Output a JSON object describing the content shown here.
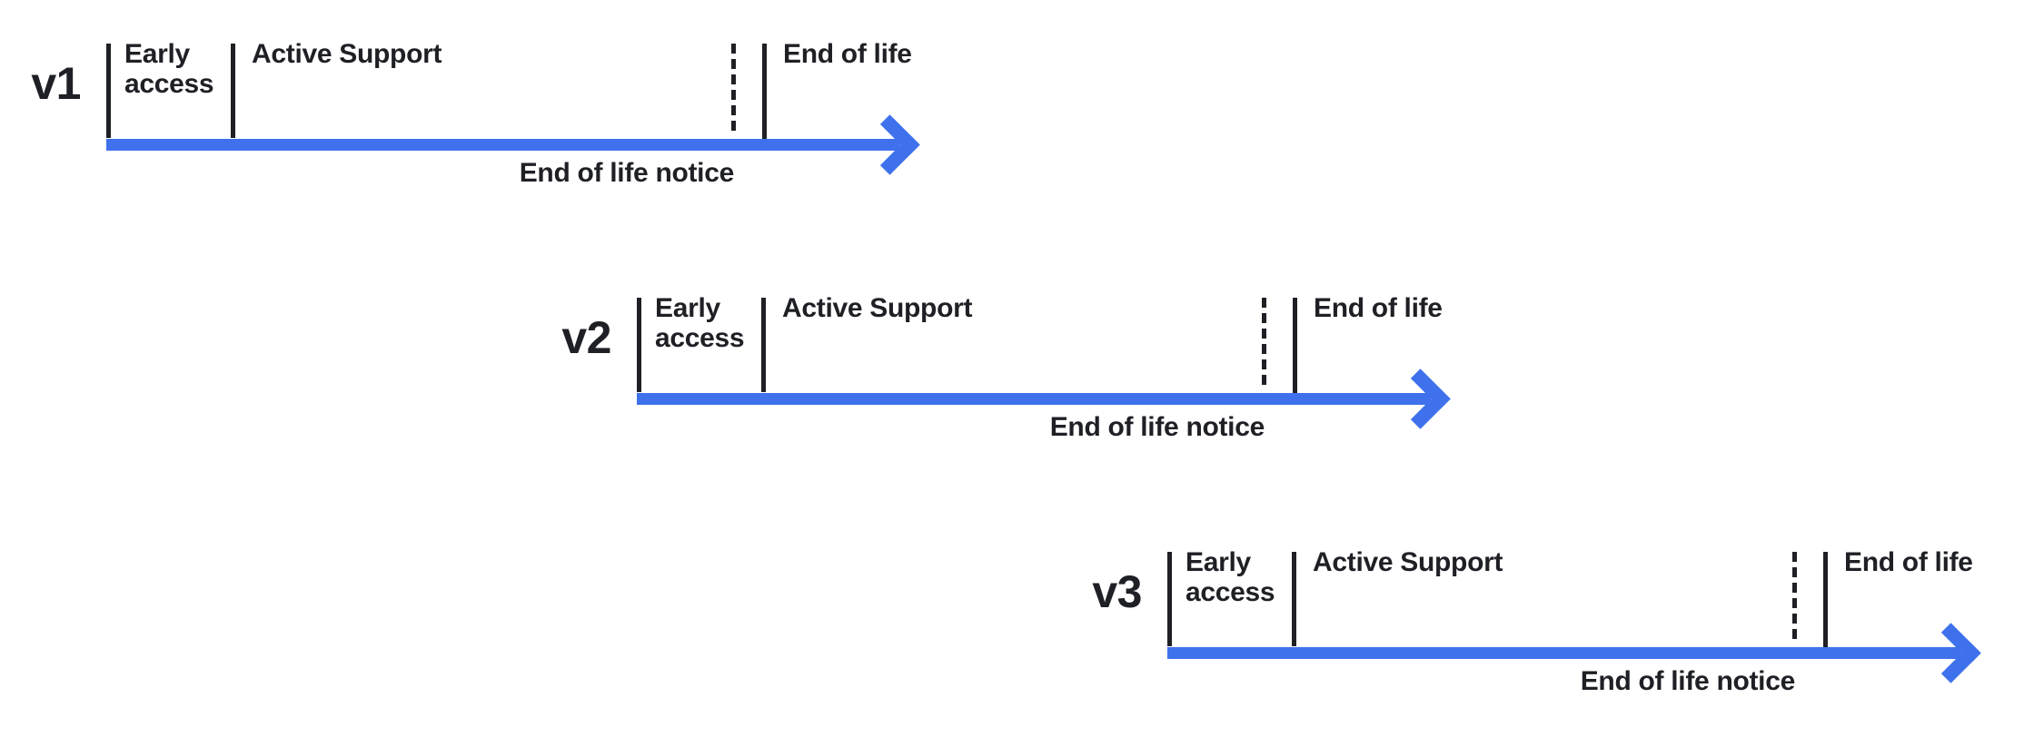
{
  "diagram": {
    "colors": {
      "background": "#ffffff",
      "arrow_blue": "#3E71EB",
      "line_and_text": "#1E2025"
    },
    "rows": [
      {
        "version": "v1",
        "phases": {
          "early_access": "Early access",
          "active_support": "Active Support",
          "end_of_life": "End of life",
          "end_of_life_notice": "End of life notice"
        }
      },
      {
        "version": "v2",
        "phases": {
          "early_access": "Early access",
          "active_support": "Active Support",
          "end_of_life": "End of life",
          "end_of_life_notice": "End of life notice"
        }
      },
      {
        "version": "v3",
        "phases": {
          "early_access": "Early access",
          "active_support": "Active Support",
          "end_of_life": "End of life",
          "end_of_life_notice": "End of life notice"
        }
      }
    ]
  }
}
